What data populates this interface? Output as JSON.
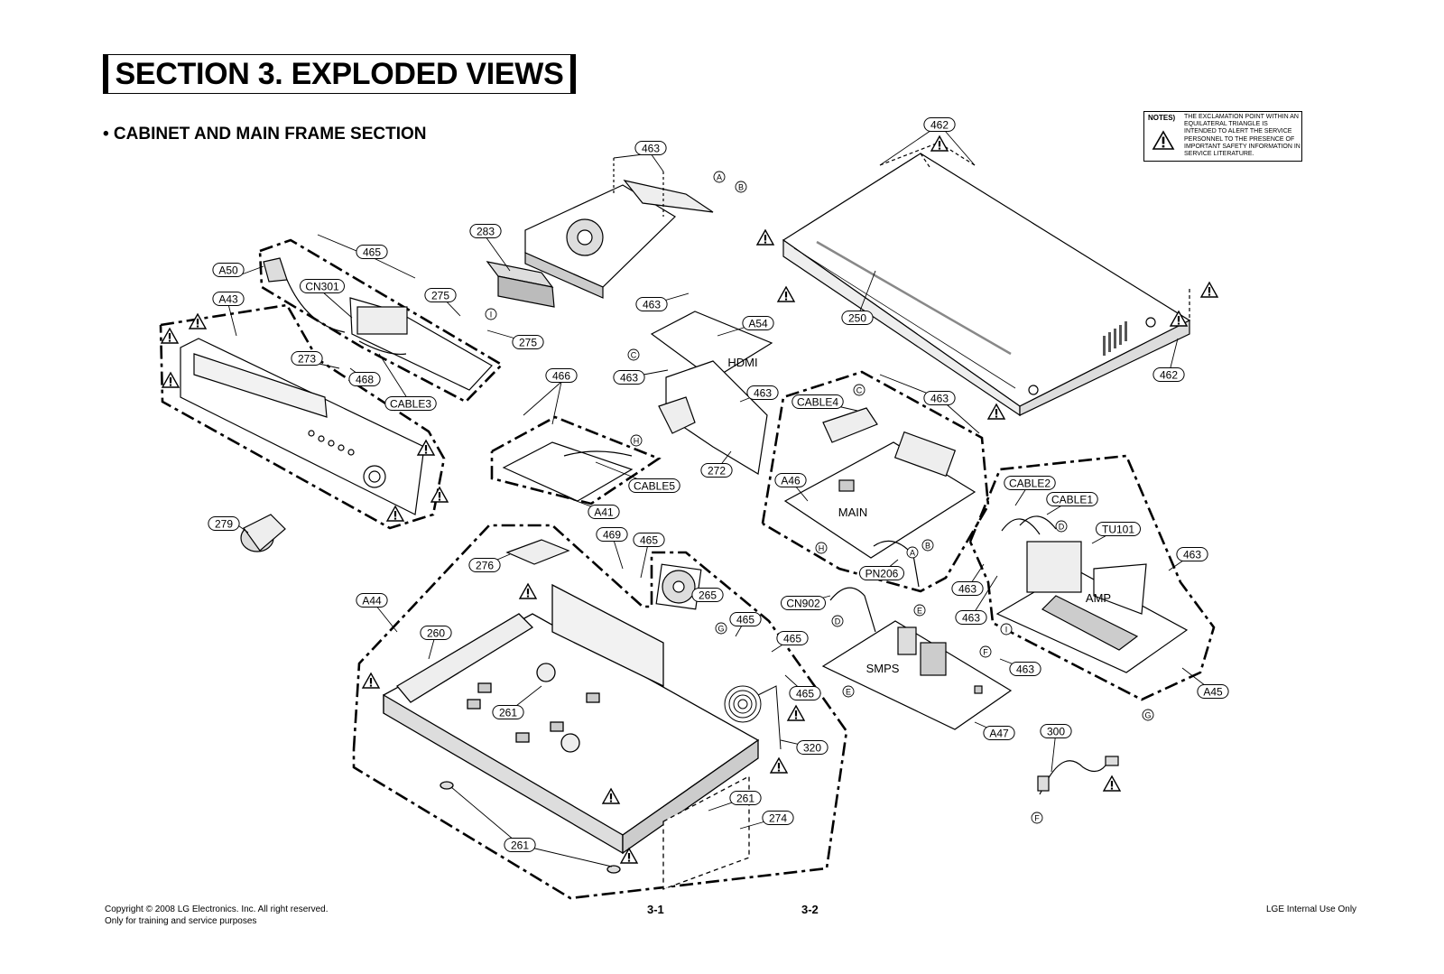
{
  "header": {
    "section_title": "SECTION 3. EXPLODED VIEWS",
    "subtitle": "• CABINET AND MAIN FRAME SECTION"
  },
  "notes": {
    "label": "NOTES)",
    "text": "THE EXCLAMATION POINT WITHIN AN EQUILATERAL TRIANGLE IS INTENDED TO ALERT THE SERVICE PERSONNEL TO THE PRESENCE OF IMPORTANT SAFETY INFORMATION IN SERVICE LITERATURE."
  },
  "footer": {
    "copyright": "Copyright © 2008 LG Electronics. Inc. All right reserved.",
    "usage": "Only for training and service purposes",
    "page_left": "3-1",
    "page_right": "3-2",
    "internal": "LGE Internal Use Only"
  },
  "boards": {
    "hdmi": "HDMI",
    "main": "MAIN",
    "smps": "SMPS",
    "amp": "AMP"
  },
  "part_labels": {
    "p462a": "462",
    "p462b": "462",
    "p463a": "463",
    "p463b": "463",
    "p463c": "463",
    "p463d": "463",
    "p463e": "463",
    "p463f": "463",
    "p463g": "463",
    "p463h": "463",
    "p463i": "463",
    "p465a": "465",
    "p465b": "465",
    "p465c": "465",
    "p465d": "465",
    "p465e": "465",
    "p466": "466",
    "p469": "469",
    "p283": "283",
    "p250": "250",
    "p272": "272",
    "p273": "273",
    "p275a": "275",
    "p275b": "275",
    "p276": "276",
    "p279": "279",
    "p260": "260",
    "p261a": "261",
    "p261b": "261",
    "p261c": "261",
    "p265": "265",
    "p274": "274",
    "p300": "300",
    "p320": "320",
    "p468": "468",
    "A41": "A41",
    "A43": "A43",
    "A44": "A44",
    "A45": "A45",
    "A46": "A46",
    "A47": "A47",
    "A50": "A50",
    "A54": "A54",
    "CN301": "CN301",
    "CN902": "CN902",
    "PN206": "PN206",
    "TU101": "TU101",
    "CABLE1": "CABLE1",
    "CABLE2": "CABLE2",
    "CABLE3": "CABLE3",
    "CABLE4": "CABLE4",
    "CABLE5": "CABLE5"
  },
  "connector_marks": {
    "A1": "A",
    "B1": "B",
    "C1": "C",
    "C2": "C",
    "H1": "H",
    "H2": "H",
    "I1": "I",
    "I2": "I",
    "A2": "A",
    "B2": "B",
    "D1": "D",
    "D2": "D",
    "E1": "E",
    "E2": "E",
    "F1": "F",
    "F2": "F",
    "G1": "G",
    "G2": "G"
  },
  "warning_icon": "exclamation-triangle-icon"
}
